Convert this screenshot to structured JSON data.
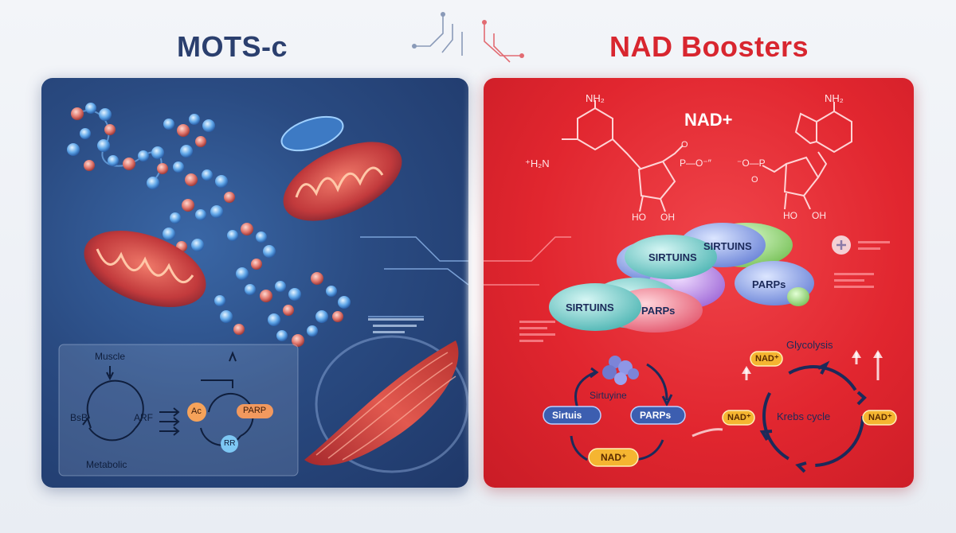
{
  "left": {
    "title": "MOTS-c",
    "diagram": {
      "muscle": "Muscle",
      "bsb": "BsB",
      "arf": "ARF",
      "metabolic": "Metabolic",
      "ac": "Ac",
      "parp": "PARP",
      "rr": "RR"
    }
  },
  "right": {
    "title": "NAD Boosters",
    "molecule_title": "NAD+",
    "chem": {
      "nh2_left": "NH₂",
      "nh2_right": "NH₂",
      "h2n": "⁺H₂N",
      "phos_left": "P—O⁻″",
      "phos_right": "⁻O—P",
      "o_left": "O",
      "o_right": "O",
      "ho_left": "HO",
      "oh_left": "OH",
      "ho_right": "HO",
      "oh_right": "OH"
    },
    "proteins": [
      "SIRTUINS",
      "SIRTUINS",
      "PARPs",
      "SIRTUINS",
      "PARPs"
    ],
    "cycle_left": {
      "center": "Sirtuyine",
      "left_pill": "Sirtuis",
      "right_pill": "PARPs",
      "bottom_pill": "NAD⁺"
    },
    "cycle_right": {
      "top": "Glycolysis",
      "center": "Krebs cycle",
      "pill_top": "NAD⁺",
      "pill_left": "NAD⁺",
      "pill_right": "NAD⁺"
    }
  },
  "colors": {
    "left_title": "#2b3f6e",
    "right_title": "#d8262f",
    "left_panel": "#2a4b82",
    "right_panel": "#e1262f",
    "nad_pill": "#f5b531"
  }
}
